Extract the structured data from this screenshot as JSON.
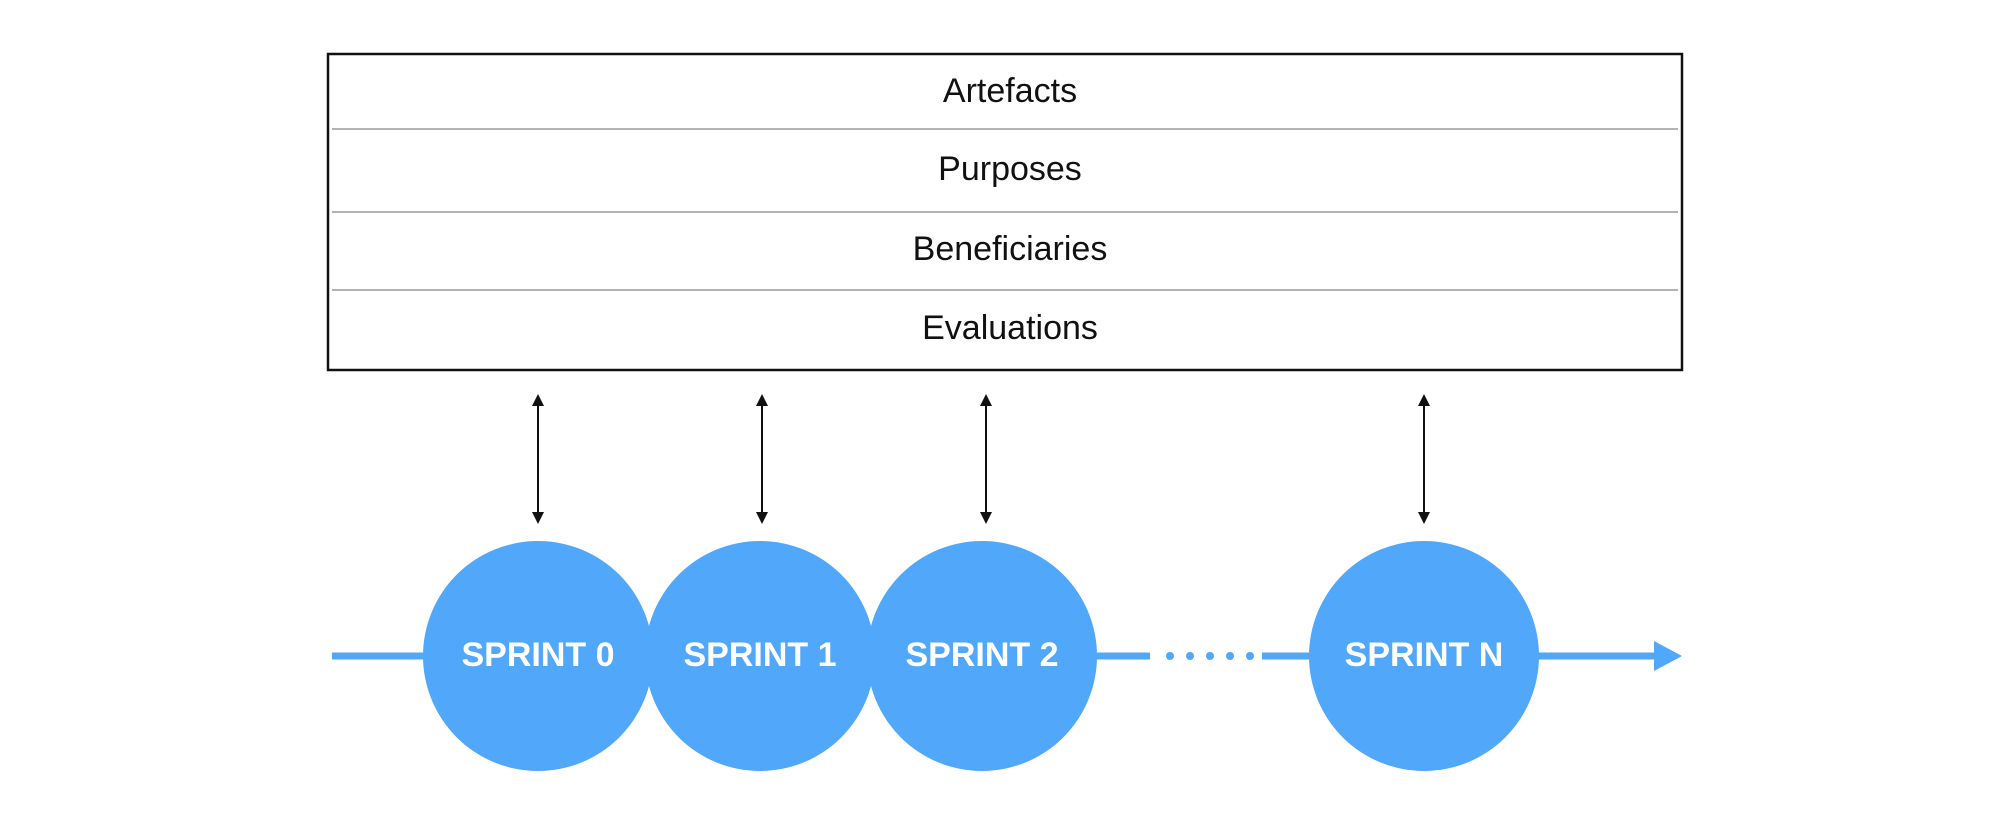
{
  "info_box": {
    "rows": [
      "Artefacts",
      "Purposes",
      "Beneficiaries",
      "Evaluations"
    ]
  },
  "timeline": {
    "sprints": [
      "SPRINT 0",
      "SPRINT 1",
      "SPRINT 2",
      "SPRINT N"
    ],
    "color": "#51A7F9"
  }
}
